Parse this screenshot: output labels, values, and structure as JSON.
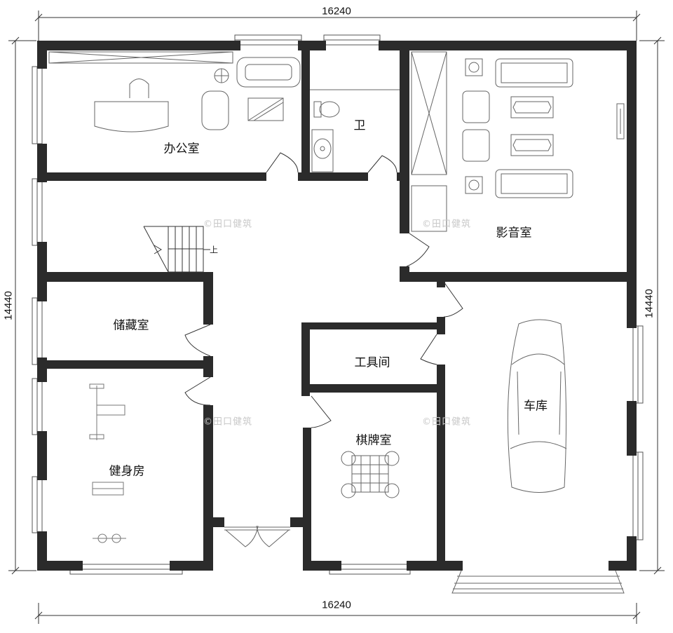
{
  "dimensions": {
    "top_width": "16240",
    "bottom_width": "16240",
    "left_height": "14440",
    "right_height": "14440"
  },
  "rooms": {
    "office": "办公室",
    "bathroom": "卫",
    "theater": "影音室",
    "storage": "储藏室",
    "tool_room": "工具间",
    "garage": "车库",
    "chess_room": "棋牌室",
    "gym": "健身房"
  },
  "stair_label": "上",
  "watermark": "©田口健筑",
  "colors": {
    "wall": "#2b2b2b",
    "line": "#555555",
    "watermark": "#c8c8c8"
  }
}
